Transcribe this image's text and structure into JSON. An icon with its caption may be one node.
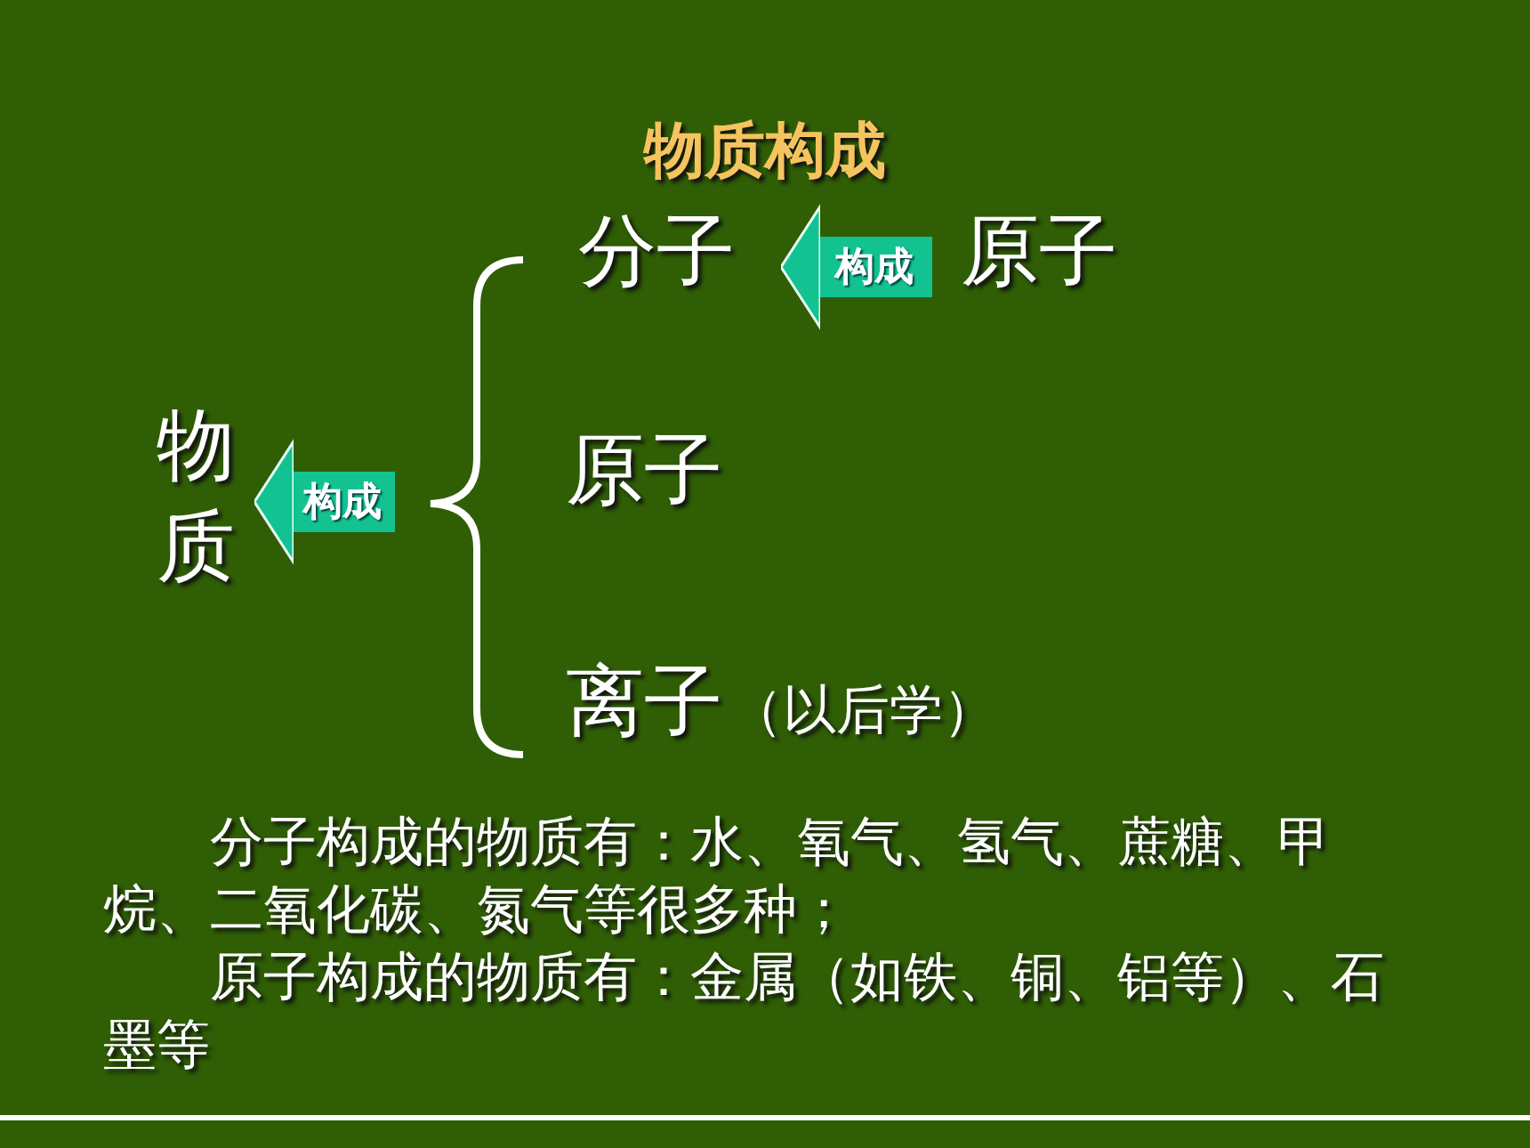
{
  "diagram": {
    "title": "物质构成",
    "nodes": [
      {
        "text": [
          "物质"
        ]
      },
      {
        "text": [
          "分子"
        ]
      },
      {
        "text": [
          "原子"
        ]
      },
      {
        "text": [
          "原子"
        ]
      },
      {
        "text": [
          "离子"
        ],
        "beside": [
          "（以后学）"
        ]
      }
    ],
    "edges": [
      {
        "from": 2,
        "to": 1,
        "arrow": "to",
        "label": "构成"
      },
      {
        "from": null,
        "to": 0,
        "arrow": "to",
        "label": "构成"
      }
    ],
    "labels": [
      "分子构成的物质有：水、氧气、氢气、蔗糖、甲烷、二氧化碳、氮气等很多种；",
      "原子构成的物质有：金属（如铁、铜、铝等）、石墨等"
    ]
  }
}
